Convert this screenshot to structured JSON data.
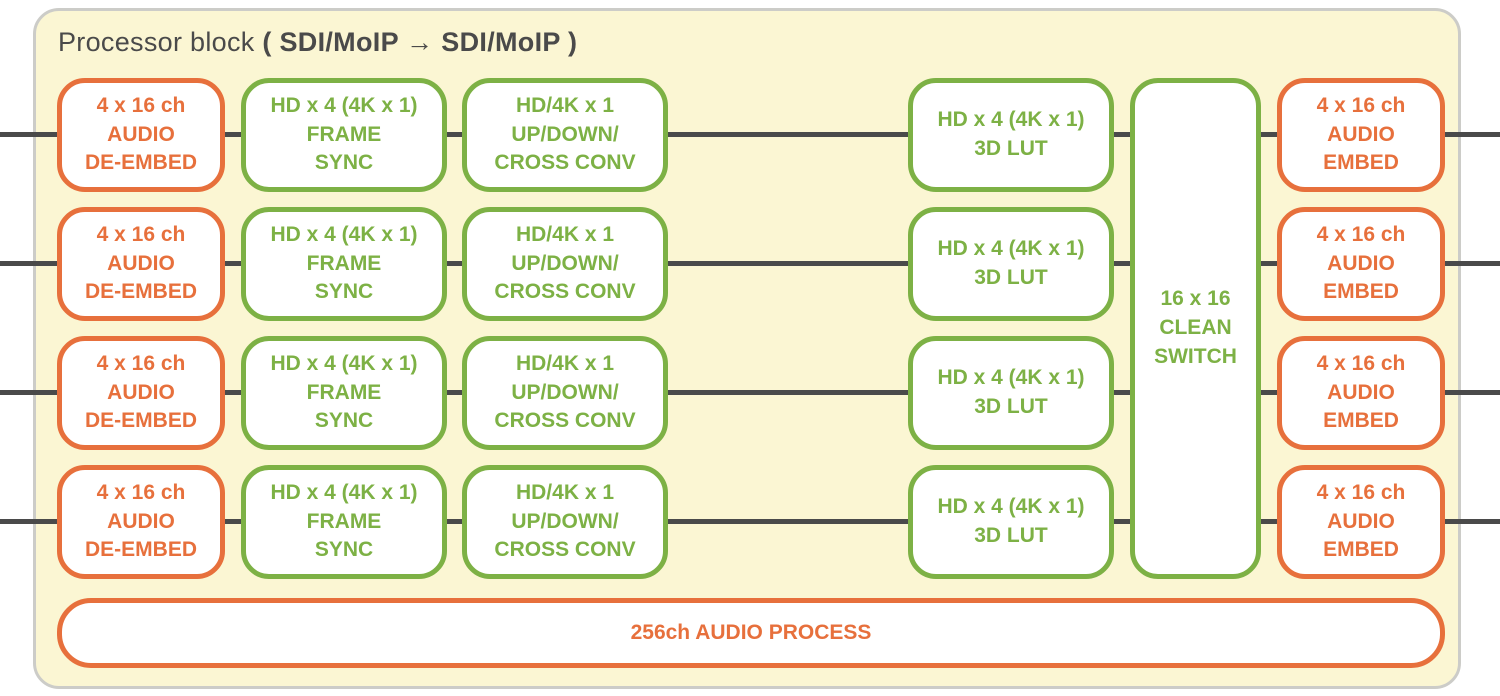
{
  "title": {
    "regular": "Processor block ",
    "bold": "( SDI/MoIP → SDI/MoIP )"
  },
  "colors": {
    "orange": "#E7703C",
    "green": "#7DB145",
    "line": "#4A4A4A",
    "panel_bg": "#FBF6D3",
    "panel_border": "#CCCCC8"
  },
  "grid": {
    "rows": [
      {
        "blocks": [
          {
            "label": "4 x 16 ch\nAUDIO\nDE-EMBED"
          },
          {
            "label": "HD x 4 (4K x 1)\nFRAME\nSYNC"
          },
          {
            "label": "HD/4K x 1\nUP/DOWN/\nCROSS CONV"
          },
          {
            "label": "HD x 4 (4K x 1)\n3D LUT"
          },
          {
            "label": "4 x 16 ch\nAUDIO\nEMBED"
          }
        ]
      },
      {
        "blocks": [
          {
            "label": "4 x 16 ch\nAUDIO\nDE-EMBED"
          },
          {
            "label": "HD x 4 (4K x 1)\nFRAME\nSYNC"
          },
          {
            "label": "HD/4K x 1\nUP/DOWN/\nCROSS CONV"
          },
          {
            "label": "HD x 4 (4K x 1)\n3D LUT"
          },
          {
            "label": "4 x 16 ch\nAUDIO\nEMBED"
          }
        ]
      },
      {
        "blocks": [
          {
            "label": "4 x 16 ch\nAUDIO\nDE-EMBED"
          },
          {
            "label": "HD x 4 (4K x 1)\nFRAME\nSYNC"
          },
          {
            "label": "HD/4K x 1\nUP/DOWN/\nCROSS CONV"
          },
          {
            "label": "HD x 4 (4K x 1)\n3D LUT"
          },
          {
            "label": "4 x 16 ch\nAUDIO\nEMBED"
          }
        ]
      },
      {
        "blocks": [
          {
            "label": "4 x 16 ch\nAUDIO\nDE-EMBED"
          },
          {
            "label": "HD x 4 (4K x 1)\nFRAME\nSYNC"
          },
          {
            "label": "HD/4K x 1\nUP/DOWN/\nCROSS CONV"
          },
          {
            "label": "HD x 4 (4K x 1)\n3D LUT"
          },
          {
            "label": "4 x 16 ch\nAUDIO\nEMBED"
          }
        ]
      }
    ],
    "clean_switch": {
      "label": "16 x 16\nCLEAN\nSWITCH"
    },
    "audio_process": {
      "label": "256ch AUDIO PROCESS"
    }
  }
}
